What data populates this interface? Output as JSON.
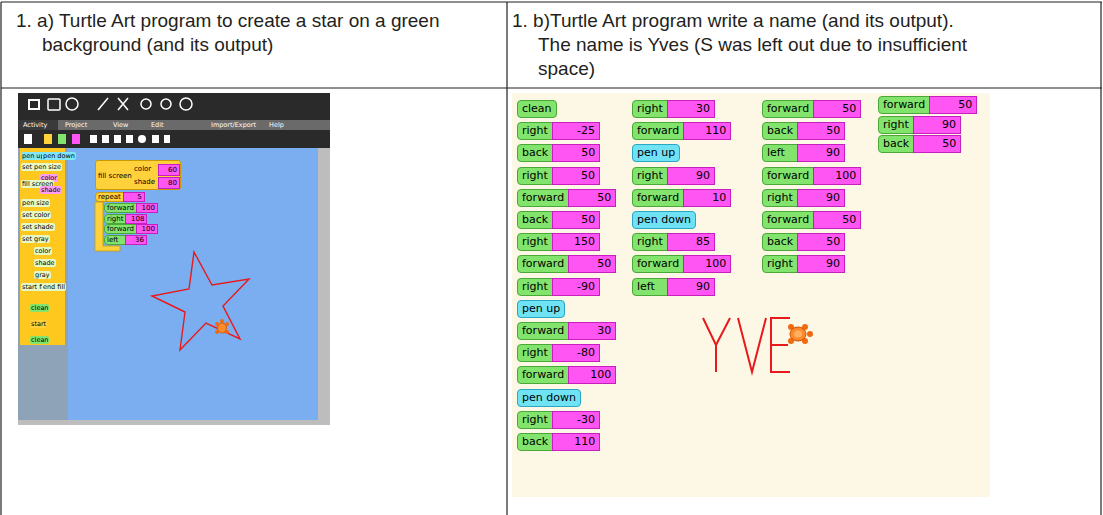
{
  "diagram": {
    "nodes": [
      {
        "text": [
          "1. a) Turtle Art program to create a star on a green background (and its output)"
        ]
      },
      {
        "text": [
          "1. b)Turtle Art program write a name (and its output). The name is Yves (S was left out due to insufficient space)"
        ]
      },
      {
        "text": [
          "fill screen",
          "color",
          "60",
          "shade",
          "80"
        ]
      },
      {
        "text": [
          "repeat",
          "5"
        ]
      },
      {
        "text": [
          "forward",
          "100"
        ]
      },
      {
        "text": [
          "right",
          "108"
        ]
      },
      {
        "text": [
          "forward",
          "100"
        ]
      },
      {
        "text": [
          "left",
          "36"
        ]
      },
      {
        "text": [
          "clean"
        ]
      },
      {
        "text": [
          "right",
          "-25"
        ]
      },
      {
        "text": [
          "back",
          "50"
        ]
      },
      {
        "text": [
          "right",
          "50"
        ]
      },
      {
        "text": [
          "forward",
          "50"
        ]
      },
      {
        "text": [
          "back",
          "50"
        ]
      },
      {
        "text": [
          "right",
          "150"
        ]
      },
      {
        "text": [
          "forward",
          "50"
        ]
      },
      {
        "text": [
          "right",
          "-90"
        ]
      },
      {
        "text": [
          "pen up"
        ]
      },
      {
        "text": [
          "forward",
          "30"
        ]
      },
      {
        "text": [
          "right",
          "-80"
        ]
      },
      {
        "text": [
          "forward",
          "100"
        ]
      },
      {
        "text": [
          "pen down"
        ]
      },
      {
        "text": [
          "right",
          "-30"
        ]
      },
      {
        "text": [
          "back",
          "110"
        ]
      },
      {
        "text": [
          "right",
          "30"
        ]
      },
      {
        "text": [
          "forward",
          "110"
        ]
      },
      {
        "text": [
          "pen up"
        ]
      },
      {
        "text": [
          "right",
          "90"
        ]
      },
      {
        "text": [
          "forward",
          "10"
        ]
      },
      {
        "text": [
          "pen down"
        ]
      },
      {
        "text": [
          "right",
          "85"
        ]
      },
      {
        "text": [
          "forward",
          "100"
        ]
      },
      {
        "text": [
          "left",
          "90"
        ]
      },
      {
        "text": [
          "forward",
          "50"
        ]
      },
      {
        "text": [
          "back",
          "50"
        ]
      },
      {
        "text": [
          "left",
          "90"
        ]
      },
      {
        "text": [
          "forward",
          "100"
        ]
      },
      {
        "text": [
          "right",
          "90"
        ]
      },
      {
        "text": [
          "forward",
          "50"
        ]
      },
      {
        "text": [
          "back",
          "50"
        ]
      },
      {
        "text": [
          "right",
          "90"
        ]
      },
      {
        "text": [
          "forward",
          "50"
        ]
      },
      {
        "text": [
          "right",
          "90"
        ]
      },
      {
        "text": [
          "back",
          "50"
        ]
      }
    ],
    "labels": [
      "Activity",
      "Project",
      "View",
      "Edit",
      "Import/Export",
      "Help",
      "pen up",
      "pen down",
      "set pen size",
      "color",
      "fill screen",
      "shade",
      "pen size",
      "set color",
      "set shade",
      "set gray",
      "color",
      "shade",
      "gray",
      "start fill",
      "end fill",
      "clean",
      "start",
      "clean"
    ]
  }
}
